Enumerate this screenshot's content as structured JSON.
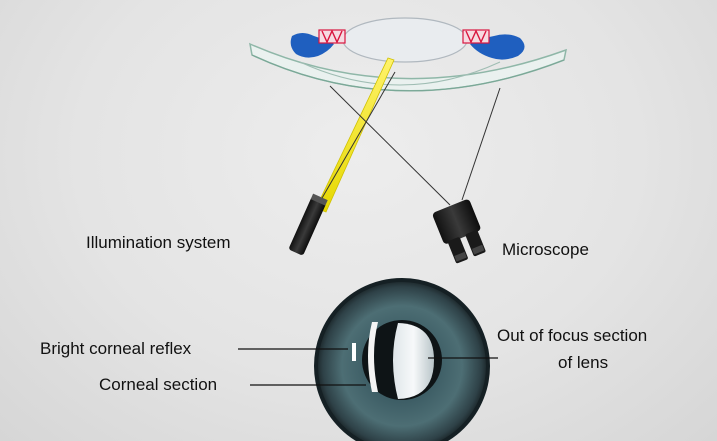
{
  "labels": {
    "illumination_system": "Illumination system",
    "microscope": "Microscope",
    "bright_corneal_reflex": "Bright corneal reflex",
    "corneal_section": "Corneal section",
    "out_of_focus_line1": "Out of focus section",
    "out_of_focus_line2": "of lens"
  },
  "colors": {
    "background": "#e6e6e6",
    "light_beam": "#f0e600",
    "iris_blue": "#1f5fbf",
    "spring_red": "#d9163f",
    "iris": "#3d5c66",
    "label_text": "#111111"
  },
  "icons": [
    "illumination-lamp-icon",
    "microscope-icon",
    "eye-icon",
    "lens-icon"
  ]
}
